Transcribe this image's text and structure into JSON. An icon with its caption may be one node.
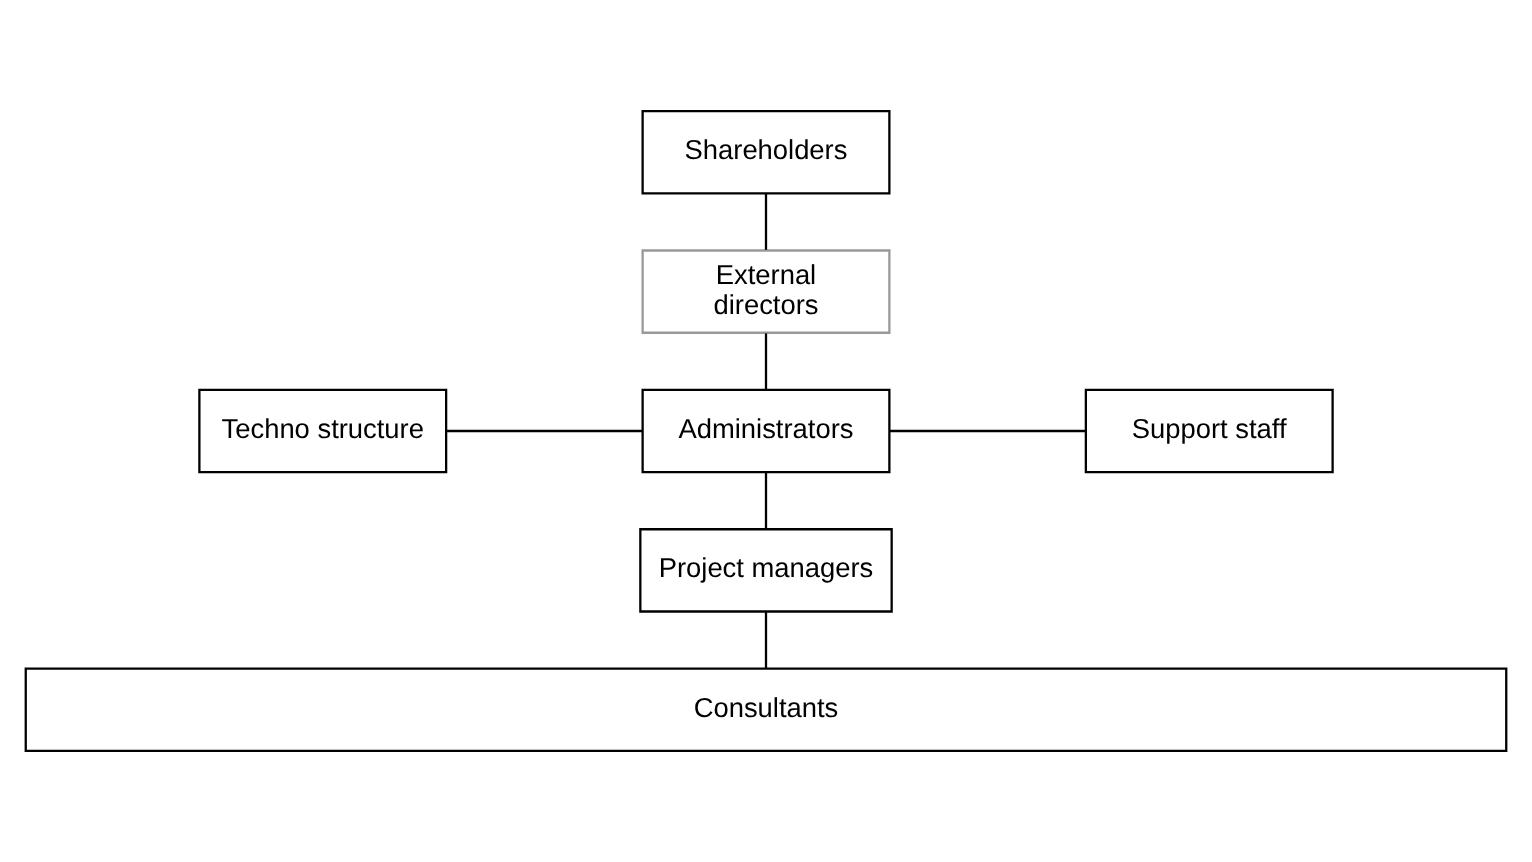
{
  "diagram": {
    "nodes": [
      {
        "text": [
          "Shareholders"
        ]
      },
      {
        "text": [
          "External directors"
        ]
      },
      {
        "text": [
          "Administrators"
        ]
      },
      {
        "text": [
          "Techno structure"
        ]
      },
      {
        "text": [
          "Support staff"
        ]
      },
      {
        "text": [
          "Project managers"
        ]
      },
      {
        "text": [
          "Consultants"
        ]
      }
    ],
    "edges": [
      {
        "from": 0,
        "to": 1,
        "arrow": "none"
      },
      {
        "from": 1,
        "to": 2,
        "arrow": "none"
      },
      {
        "from": 3,
        "to": 2,
        "arrow": "none"
      },
      {
        "from": 2,
        "to": 4,
        "arrow": "none"
      },
      {
        "from": 2,
        "to": 5,
        "arrow": "none"
      },
      {
        "from": 5,
        "to": 6,
        "arrow": "none"
      }
    ]
  }
}
